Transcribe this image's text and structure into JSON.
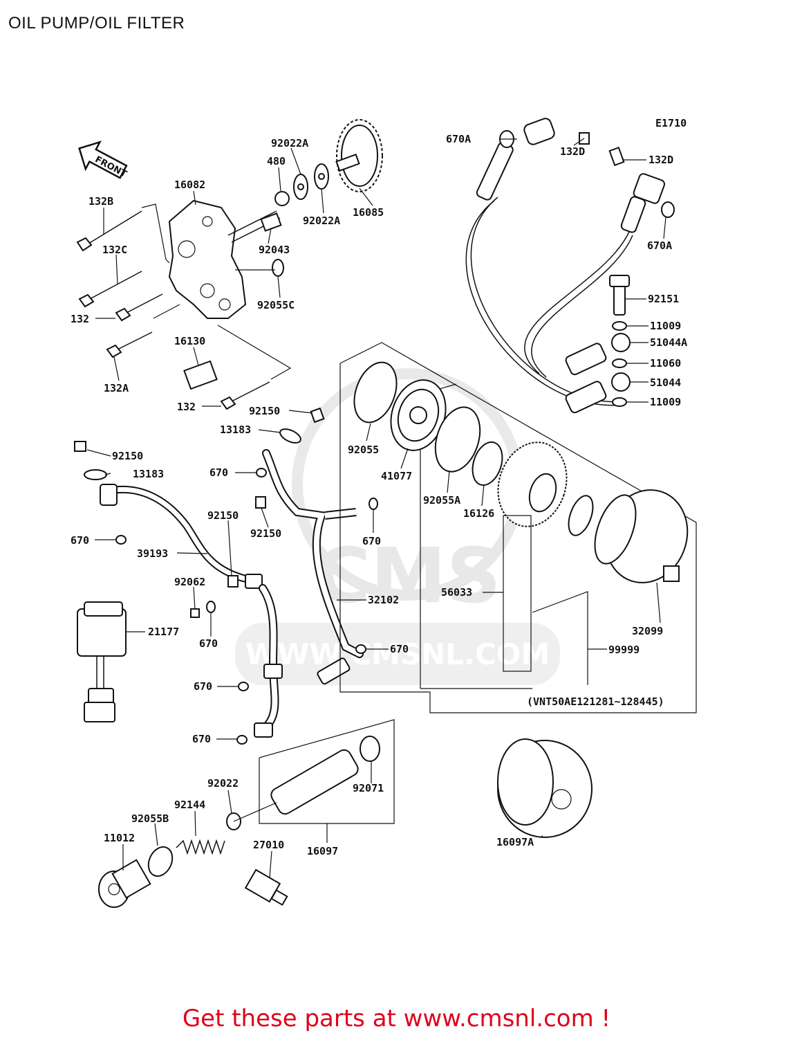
{
  "title": "OIL PUMP/OIL FILTER",
  "figure_code": "E1710",
  "front_label": "FRONT",
  "footer": "Get these parts at www.cmsnl.com !",
  "watermark": "WWW.CMSNL.COM",
  "watermark_logo": "CMS",
  "parts": {
    "p92022A_a": "92022A",
    "p480": "480",
    "p16082": "16082",
    "p16085": "16085",
    "p92022A_b": "92022A",
    "p132B": "132B",
    "p92043": "92043",
    "p132C": "132C",
    "p92055C": "92055C",
    "p132_a": "132",
    "p16130": "16130",
    "p132A": "132A",
    "p132_b": "132",
    "p92150_a": "92150",
    "p13183_a": "13183",
    "p92150_b": "92150",
    "p13183_b": "13183",
    "p670_a": "670",
    "p670_b": "670",
    "p92150_c": "92150",
    "p92150_d": "92150",
    "p39193": "39193",
    "p92062": "92062",
    "p670_c": "670",
    "p21177": "21177",
    "p32102": "32102",
    "p670_d": "670",
    "p670_e": "670",
    "p670_f": "670",
    "p670_g": "670",
    "p670A_a": "670A",
    "p132D_a": "132D",
    "p132D_b": "132D",
    "p670A_b": "670A",
    "p92151": "92151",
    "p11009_a": "11009",
    "p51044A": "51044A",
    "p11060": "11060",
    "p51044": "51044",
    "p11009_b": "11009",
    "p92055": "92055",
    "p41077": "41077",
    "p92055A": "92055A",
    "p16126": "16126",
    "p56033": "56033",
    "p32099": "32099",
    "p99999": "99999",
    "p_vnt": "(VNT50AE121281~128445)",
    "p92022": "92022",
    "p92071": "92071",
    "p92144": "92144",
    "p92055B": "92055B",
    "p11012": "11012",
    "p27010": "27010",
    "p16097": "16097",
    "p16097A": "16097A"
  }
}
